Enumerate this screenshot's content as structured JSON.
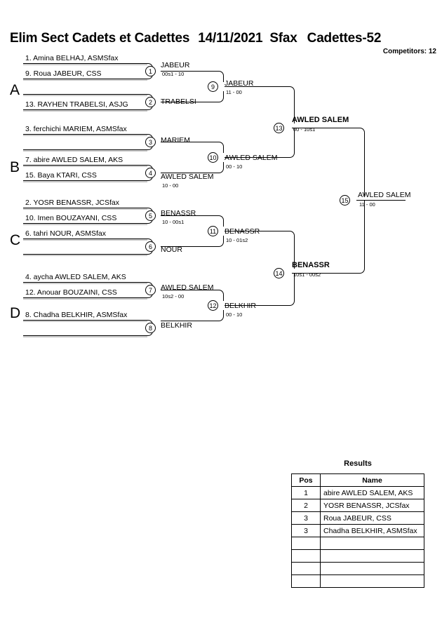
{
  "header": {
    "event": "Elim Sect Cadets et Cadettes",
    "date": "14/11/2021",
    "place": "Sfax",
    "category": "Cadettes-52",
    "competitors": "Competitors: 12"
  },
  "sections": [
    {
      "label": "A"
    },
    {
      "label": "B"
    },
    {
      "label": "C"
    },
    {
      "label": "D"
    }
  ],
  "round1": [
    {
      "num": "1",
      "top": "1. Amina BELHAJ, ASMSfax",
      "bottom": "9. Roua JABEUR, CSS",
      "winner": "JABEUR",
      "score": "00s1 - 10"
    },
    {
      "num": "2",
      "top": "",
      "bottom": "13. RAYHEN TRABELSI, ASJG",
      "winner": "TRABELSI",
      "score": ""
    },
    {
      "num": "3",
      "top": "3. ferchichi MARIEM, ASMSfax",
      "bottom": "",
      "winner": "MARIEM",
      "score": ""
    },
    {
      "num": "4",
      "top": "7. abire AWLED SALEM, AKS",
      "bottom": "15. Baya KTARI, CSS",
      "winner": "AWLED SALEM",
      "score": "10 - 00"
    },
    {
      "num": "5",
      "top": "2. YOSR BENASSR, JCSfax",
      "bottom": "10. Imen BOUZAYANI, CSS",
      "winner": "BENASSR",
      "score": "10 - 00s1"
    },
    {
      "num": "6",
      "top": "6. tahri NOUR, ASMSfax",
      "bottom": "",
      "winner": "NOUR",
      "score": ""
    },
    {
      "num": "7",
      "top": "4. aycha AWLED SALEM, AKS",
      "bottom": "12. Anouar BOUZAINI, CSS",
      "winner": "AWLED SALEM",
      "score": "10s2 - 00"
    },
    {
      "num": "8",
      "top": "8. Chadha BELKHIR, ASMSfax",
      "bottom": "",
      "winner": "BELKHIR",
      "score": ""
    }
  ],
  "round2": [
    {
      "num": "9",
      "winner": "JABEUR",
      "score": "11 - 00"
    },
    {
      "num": "10",
      "winner": "AWLED SALEM",
      "score": "00 - 10"
    },
    {
      "num": "11",
      "winner": "BENASSR",
      "score": "10 - 01s2"
    },
    {
      "num": "12",
      "winner": "BELKHIR",
      "score": "00 - 10"
    }
  ],
  "semis": [
    {
      "num": "13",
      "winner": "AWLED SALEM",
      "score": "00 - 10s1"
    },
    {
      "num": "14",
      "winner": "BENASSR",
      "score": "10s1 - 00s2"
    }
  ],
  "final": {
    "num": "15",
    "winner": "AWLED SALEM",
    "score": "11 - 00"
  },
  "results": {
    "title": "Results",
    "columns": [
      "Pos",
      "Name"
    ],
    "rows": [
      {
        "pos": "1",
        "name": "abire AWLED SALEM, AKS"
      },
      {
        "pos": "2",
        "name": "YOSR BENASSR, JCSfax"
      },
      {
        "pos": "3",
        "name": "Roua JABEUR, CSS"
      },
      {
        "pos": "3",
        "name": "Chadha BELKHIR, ASMSfax"
      },
      {
        "pos": "",
        "name": ""
      },
      {
        "pos": "",
        "name": ""
      },
      {
        "pos": "",
        "name": ""
      },
      {
        "pos": "",
        "name": ""
      }
    ]
  }
}
